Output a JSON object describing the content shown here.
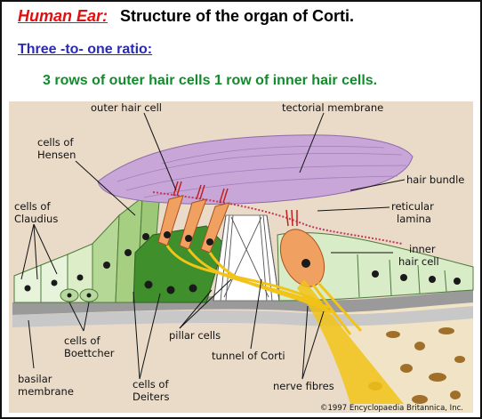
{
  "header": {
    "title_prefix": "Human Ear:",
    "title_rest": "Structure of the organ of Corti.",
    "subtitle": "Three -to- one ratio:",
    "ratio_text": "3 rows of outer hair cells 1 row of inner hair cells."
  },
  "labels": {
    "outer_hair_cell": "outer hair cell",
    "tectorial_membrane": "tectorial membrane",
    "cells_of_hensen_1": "cells of",
    "cells_of_hensen_2": "Hensen",
    "hair_bundle": "hair bundle",
    "cells_of_claudius_1": "cells of",
    "cells_of_claudius_2": "Claudius",
    "reticular_lamina_1": "reticular",
    "reticular_lamina_2": "lamina",
    "inner_hair_cell_1": "inner",
    "inner_hair_cell_2": "hair cell",
    "cells_of_boettcher_1": "cells of",
    "cells_of_boettcher_2": "Boettcher",
    "pillar_cells": "pillar cells",
    "basilar_membrane_1": "basilar",
    "basilar_membrane_2": "membrane",
    "tunnel_of_corti": "tunnel of Corti",
    "cells_of_deiters_1": "cells of",
    "cells_of_deiters_2": "Deiters",
    "nerve_fibres": "nerve fibres"
  },
  "copyright": "©1997 Encyclopaedia Britannica, Inc.",
  "colors": {
    "title_red": "#e01010",
    "subtitle_blue": "#2a2ab8",
    "ratio_green": "#138b2c",
    "tectorial": "#c9a6d8",
    "hair_cell": "#f0a060",
    "nerve": "#f2c318",
    "background_tissue": "#e9dbc8"
  }
}
